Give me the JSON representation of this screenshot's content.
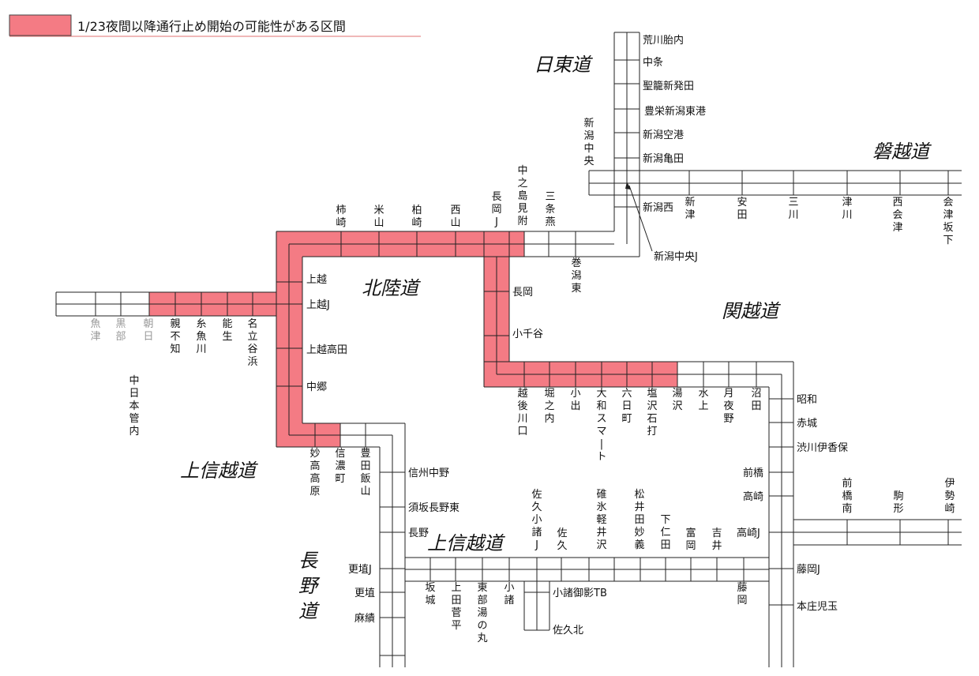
{
  "legend": {
    "text": "1/23夜間以降通行止め開始の可能性がある区間",
    "color": "#f47b84"
  },
  "roads": {
    "nitto": "日東道",
    "bandai": "磐越道",
    "hokuriku": "北陸道",
    "kanetsu": "関越道",
    "joshinetsu_west": "上信越道",
    "joshinetsu_south": "上信越道",
    "nagano": "長野道"
  },
  "labels": {
    "arakawa": "荒川胎内",
    "nakajo": "中条",
    "seiro": "聖籠新発田",
    "toyosaka": "豊栄新潟東港",
    "niigata_kuko": "新潟空港",
    "kameda": "新潟亀田",
    "niigata_chuo": "新潟中央",
    "niigata_nishi": "新潟西",
    "niigata_chuo_j": "新潟中央J",
    "niitsu": "新津",
    "yasuda": "安田",
    "mikawa": "三川",
    "tsugawa": "津川",
    "nishiaizu": "西会津",
    "aizubange": "会津坂下",
    "kakizaki": "柿崎",
    "yoneyama": "米山",
    "kashiwazaki": "柏崎",
    "nishiyama": "西山",
    "nagaoka_j": "長岡J",
    "nakanoshima": "中之島見附",
    "sanjo": "三条燕",
    "makigata": "巻潟東",
    "joetsu": "上越",
    "joetsu_j": "上越J",
    "joetsu_takada": "上越高田",
    "nakago": "中郷",
    "uozu": "魚津",
    "kurobe": "黒部",
    "asahi": "朝日",
    "oyashirazu": "親不知",
    "itoigawa": "糸魚川",
    "nou": "能生",
    "nadachi": "名立谷浜",
    "chunichi": "中日本管内",
    "nagaoka": "長岡",
    "ojiya": "小千谷",
    "echigokawaguchi": "越後川口",
    "horinouchi": "堀之内",
    "koide": "小出",
    "yamato": "大和スマート",
    "muikamachi": "六日町",
    "shiozawa": "塩沢石打",
    "yuzawa": "湯沢",
    "minakami": "水上",
    "tsukiyono": "月夜野",
    "numata": "沼田",
    "showa": "昭和",
    "akagi": "赤城",
    "shibukawa": "渋川伊香保",
    "maebashi": "前橋",
    "takasaki": "高崎",
    "takasaki_j": "高崎J",
    "fujioka_j": "藤岡J",
    "honjo": "本庄児玉",
    "maebashi_minami": "前橋南",
    "komagata": "駒形",
    "isesaki": "伊勢崎",
    "myoko": "妙高高原",
    "shinanomachi": "信濃町",
    "toyota": "豊田飯山",
    "shinshu": "信州中野",
    "suzaka": "須坂長野東",
    "nagano_ic": "長野",
    "kohshoku_j": "更埴J",
    "kohshoku": "更埴",
    "omi": "麻績",
    "sakaki": "坂城",
    "uedasugadaira": "上田菅平",
    "tobuyunomaru": "東部湯の丸",
    "komoro": "小諸",
    "sakukomoro_j": "佐久小諸J",
    "saku": "佐久",
    "usuikaruizawa": "碓氷軽井沢",
    "matsuida": "松井田妙義",
    "shimonita": "下仁田",
    "tomioka": "富岡",
    "yoshii": "吉井",
    "fujioka": "藤岡",
    "komoromikage": "小諸御影TB",
    "sakukita": "佐久北"
  }
}
